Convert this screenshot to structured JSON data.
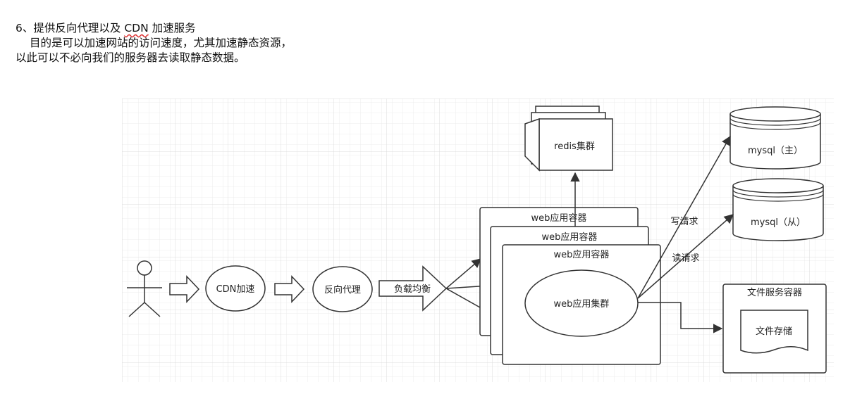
{
  "heading": {
    "number": "6",
    "sep": "、",
    "pre": "提供反向代理以及 ",
    "cdn": "CDN",
    "post": " 加速服务"
  },
  "description": {
    "line1": "目的是可以加速网站的访问速度，尤其加速静态资源，",
    "line2": "以此可以不必向我们的服务器去读取静态数据。"
  },
  "diagram": {
    "cdn_label": "CDN加速",
    "proxy_label": "反向代理",
    "lb_label": "负载均衡",
    "redis_label": "redis集群",
    "container_back": "web应用容器",
    "container_mid": "web应用容器",
    "container_front": "web应用容器",
    "cluster_label": "web应用集群",
    "mysql_master": "mysql（主）",
    "mysql_slave": "mysql（从）",
    "write_label": "写请求",
    "read_label": "读请求",
    "file_container_label": "文件服务容器",
    "file_storage_label": "文件存储"
  }
}
